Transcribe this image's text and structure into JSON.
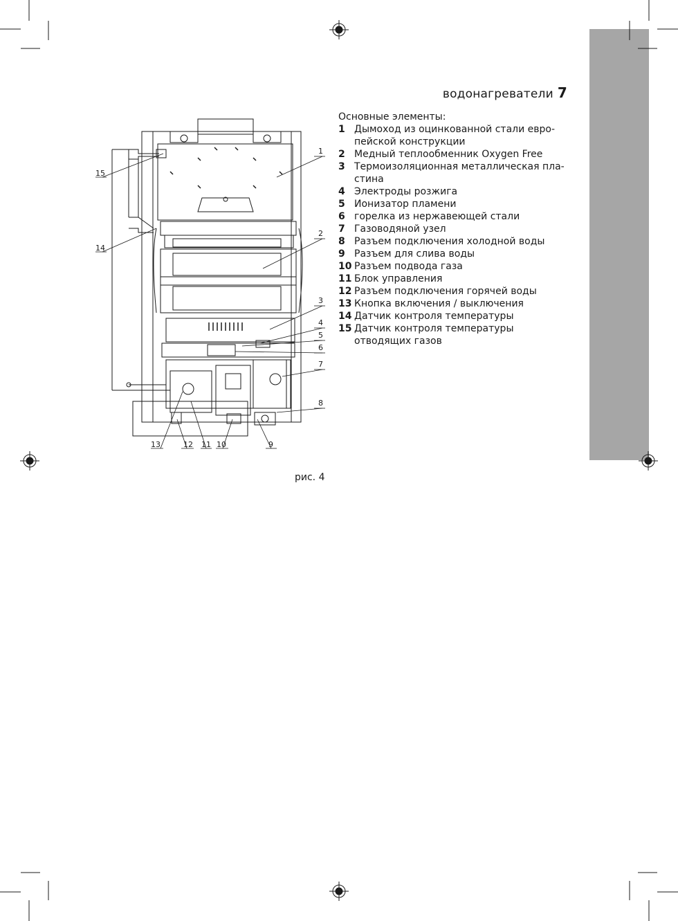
{
  "header": {
    "title": "водонагреватели",
    "page_number": "7"
  },
  "list": {
    "heading": "Основные элементы:",
    "items": [
      {
        "num": "1",
        "text": "Дымоход из оцинкованной стали евро- пейской конструкции"
      },
      {
        "num": "2",
        "text": "Медный теплообменник Oxygen Free"
      },
      {
        "num": "3",
        "text": "Термоизоляционная металлическая пла- стина"
      },
      {
        "num": "4",
        "text": "Электроды розжига"
      },
      {
        "num": "5",
        "text": "Ионизатор пламени"
      },
      {
        "num": "6",
        "text": "горелка из нержавеющей стали"
      },
      {
        "num": "7",
        "text": "Газоводяной узел"
      },
      {
        "num": "8",
        "text": "Разъем подключения холодной воды"
      },
      {
        "num": "9",
        "text": "Разъем для слива воды"
      },
      {
        "num": "10",
        "text": "Разъем подвода газа"
      },
      {
        "num": "11",
        "text": "Блок управления"
      },
      {
        "num": "12",
        "text": "Разъем подключения горячей воды"
      },
      {
        "num": "13",
        "text": "Кнопка включения / выключения"
      },
      {
        "num": "14",
        "text": "Датчик контроля температуры"
      },
      {
        "num": "15",
        "text": "Датчик контроля температуры отводящих газов"
      }
    ]
  },
  "figure": {
    "caption": "рис. 4",
    "callouts": [
      "1",
      "2",
      "3",
      "4",
      "5",
      "6",
      "7",
      "8",
      "9",
      "10",
      "11",
      "12",
      "13",
      "14",
      "15"
    ]
  },
  "colors": {
    "tab": "#a6a6a6",
    "ink": "#1a1a1a"
  }
}
